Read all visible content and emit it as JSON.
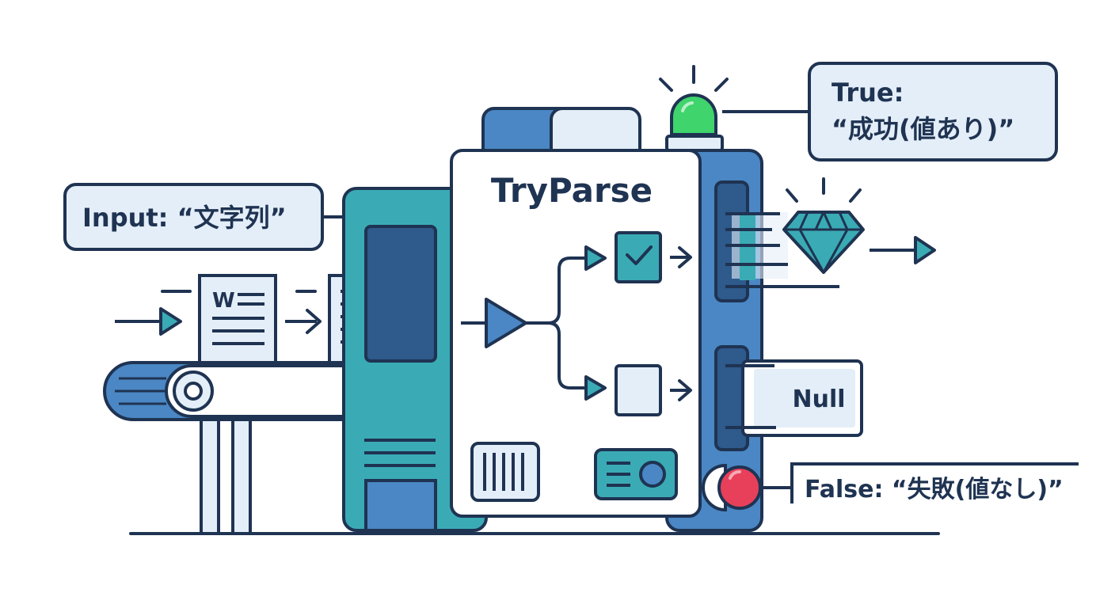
{
  "machine": {
    "title": "TryParse"
  },
  "callouts": {
    "input": "Input: “文字列”",
    "true_title": "True:",
    "true_desc": "“成功(値あり)”",
    "false": "False: “失敗(値なし)”"
  },
  "outputs": {
    "null_label": "Null"
  },
  "input_docs": {
    "doc_letter": "W"
  },
  "colors": {
    "outline": "#1f3352",
    "teal": "#3aabb4",
    "blue": "#4a87c4",
    "dark_blue": "#2e5a8c",
    "pale": "#e4eef8",
    "green_light": "#3fd46c",
    "red_light": "#e8405a"
  }
}
